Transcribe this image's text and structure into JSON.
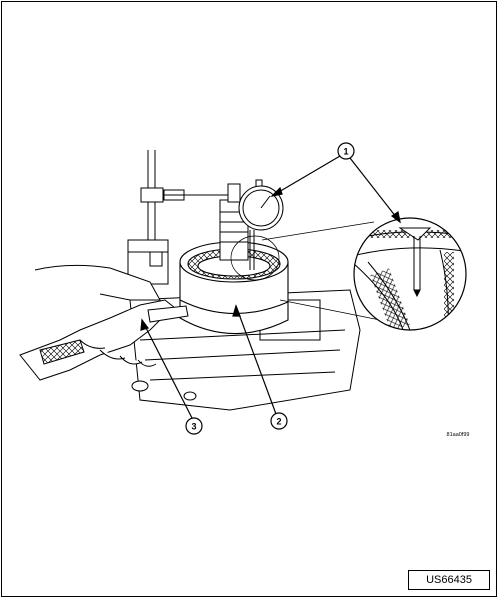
{
  "callouts": {
    "c1": "1",
    "c2": "2",
    "c3": "3"
  },
  "drawing_code": "81aa0f99",
  "figure_id": "US66435"
}
